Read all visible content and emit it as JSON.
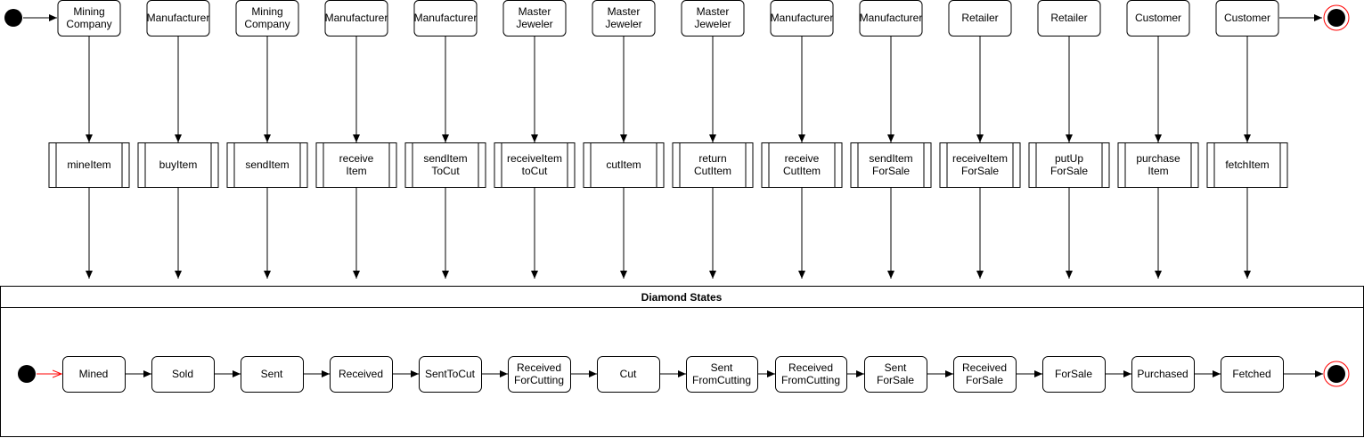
{
  "actors": [
    [
      "Mining",
      "Company"
    ],
    [
      "Manufacturer"
    ],
    [
      "Mining",
      "Company"
    ],
    [
      "Manufacturer"
    ],
    [
      "Manufacturer"
    ],
    [
      "Master",
      "Jeweler"
    ],
    [
      "Master",
      "Jeweler"
    ],
    [
      "Master",
      "Jeweler"
    ],
    [
      "Manufacturer"
    ],
    [
      "Manufacturer"
    ],
    [
      "Retailer"
    ],
    [
      "Retailer"
    ],
    [
      "Customer"
    ],
    [
      "Customer"
    ]
  ],
  "functions": [
    [
      "mineItem"
    ],
    [
      "buyItem"
    ],
    [
      "sendItem"
    ],
    [
      "receive",
      "Item"
    ],
    [
      "sendItem",
      "ToCut"
    ],
    [
      "receiveItem",
      "toCut"
    ],
    [
      "cutItem"
    ],
    [
      "return",
      "CutItem"
    ],
    [
      "receive",
      "CutItem"
    ],
    [
      "sendItem",
      "ForSale"
    ],
    [
      "receiveItem",
      "ForSale"
    ],
    [
      "putUp",
      "ForSale"
    ],
    [
      "purchase",
      "Item"
    ],
    [
      "fetchItem"
    ]
  ],
  "states_title": "Diamond States",
  "states": [
    [
      "Mined"
    ],
    [
      "Sold"
    ],
    [
      "Sent"
    ],
    [
      "Received"
    ],
    [
      "SentToCut"
    ],
    [
      "Received",
      "ForCutting"
    ],
    [
      "Cut"
    ],
    [
      "Sent",
      "FromCutting"
    ],
    [
      "Received",
      "FromCutting"
    ],
    [
      "Sent",
      "ForSale"
    ],
    [
      "Received",
      "ForSale"
    ],
    [
      "ForSale"
    ],
    [
      "Purchased"
    ],
    [
      "Fetched"
    ]
  ],
  "colors": {
    "stroke": "#000000",
    "initial_fill": "#000000",
    "final_ring": "#ff0000",
    "state_start_arrow": "#ff0000",
    "background": "#ffffff"
  }
}
